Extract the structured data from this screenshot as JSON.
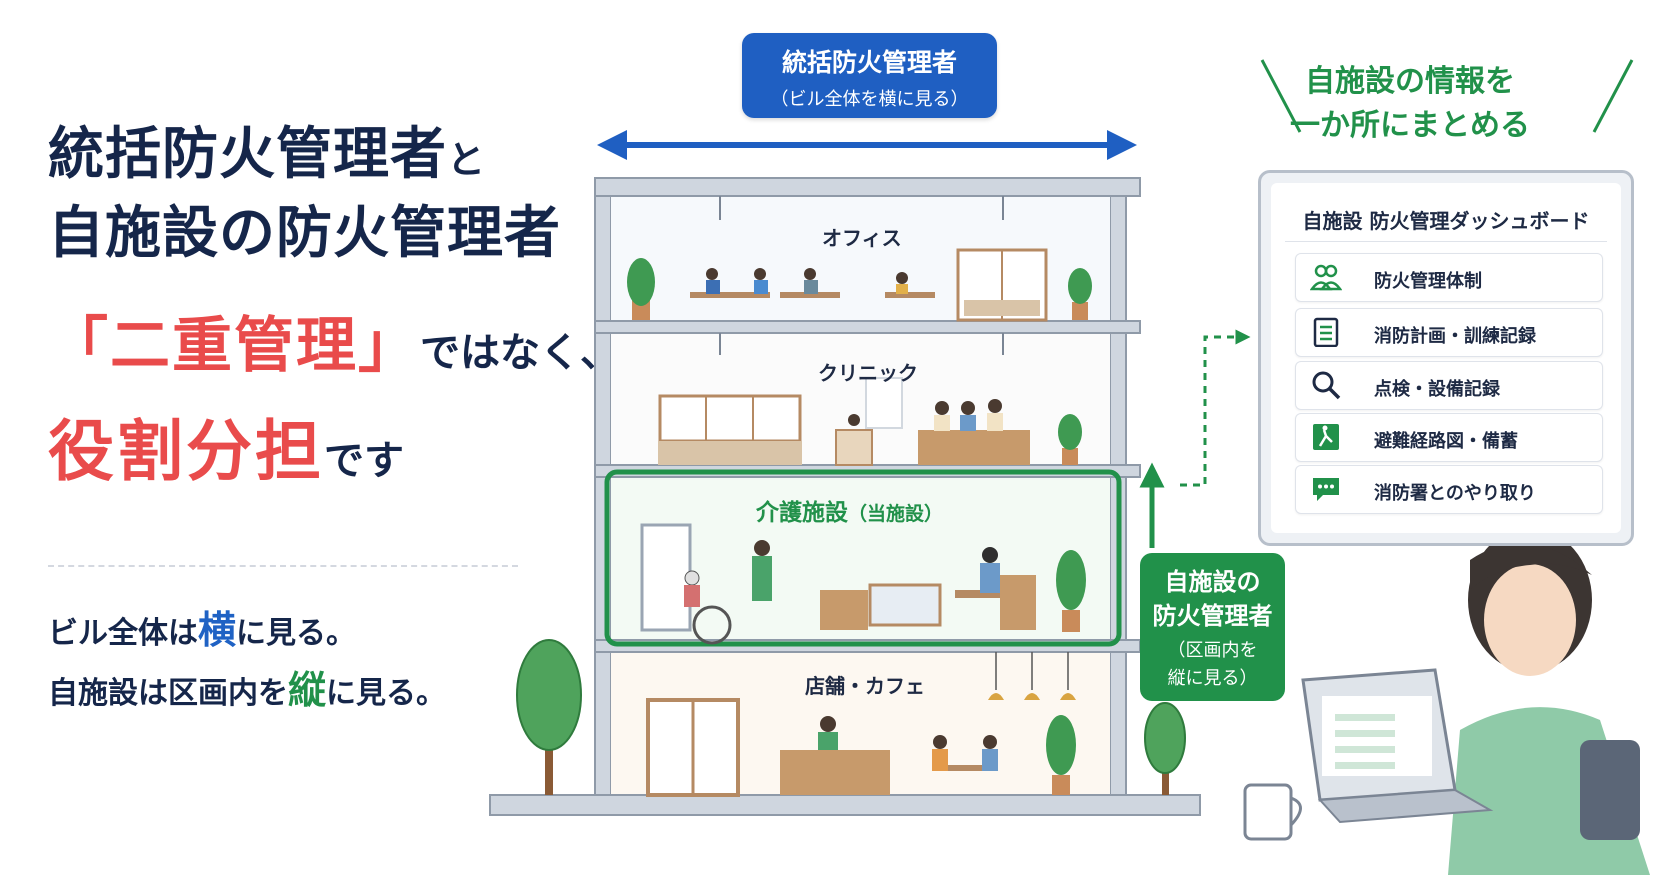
{
  "headline": {
    "line1": "統括防火管理者",
    "line1_suffix": "と",
    "line2": "自施設の防火管理者",
    "emphasis1": "「二重管理」",
    "emphasis1_suffix": "ではなく、",
    "emphasis2": "役割分担",
    "emphasis2_suffix": "です"
  },
  "summary": {
    "line1_pre": "ビル全体は",
    "line1_key": "横",
    "line1_post": "に見る。",
    "line2_pre": "自施設は区画内を",
    "line2_key": "縦",
    "line2_post": "に見る。"
  },
  "overall_manager_badge": {
    "title": "統括防火管理者",
    "subtitle": "（ビル全体を横に見る）"
  },
  "building": {
    "floors": [
      {
        "label": "オフィス"
      },
      {
        "label": "クリニック"
      },
      {
        "label": "介護施設",
        "note": "（当施設）"
      },
      {
        "label": "店舗・カフェ"
      }
    ]
  },
  "own_manager_badge": {
    "title_line1": "自施設の",
    "title_line2": "防火管理者",
    "sub_line1": "（区画内を",
    "sub_line2": "縦に見る）"
  },
  "right_title": {
    "line1": "自施設の情報を",
    "line2": "一か所にまとめる"
  },
  "dashboard": {
    "title": "自施設 防火管理ダッシュボード",
    "items": [
      {
        "label": "防火管理体制",
        "icon": "people-icon"
      },
      {
        "label": "消防計画・訓練記録",
        "icon": "checklist-icon"
      },
      {
        "label": "点検・設備記録",
        "icon": "magnifier-icon"
      },
      {
        "label": "避難経路図・備蓄",
        "icon": "evacuation-map-icon"
      },
      {
        "label": "消防署とのやり取り",
        "icon": "chat-icon"
      }
    ]
  },
  "colors": {
    "navy": "#15264a",
    "red": "#e94b4b",
    "blue": "#1f5fc2",
    "green": "#21914a"
  }
}
